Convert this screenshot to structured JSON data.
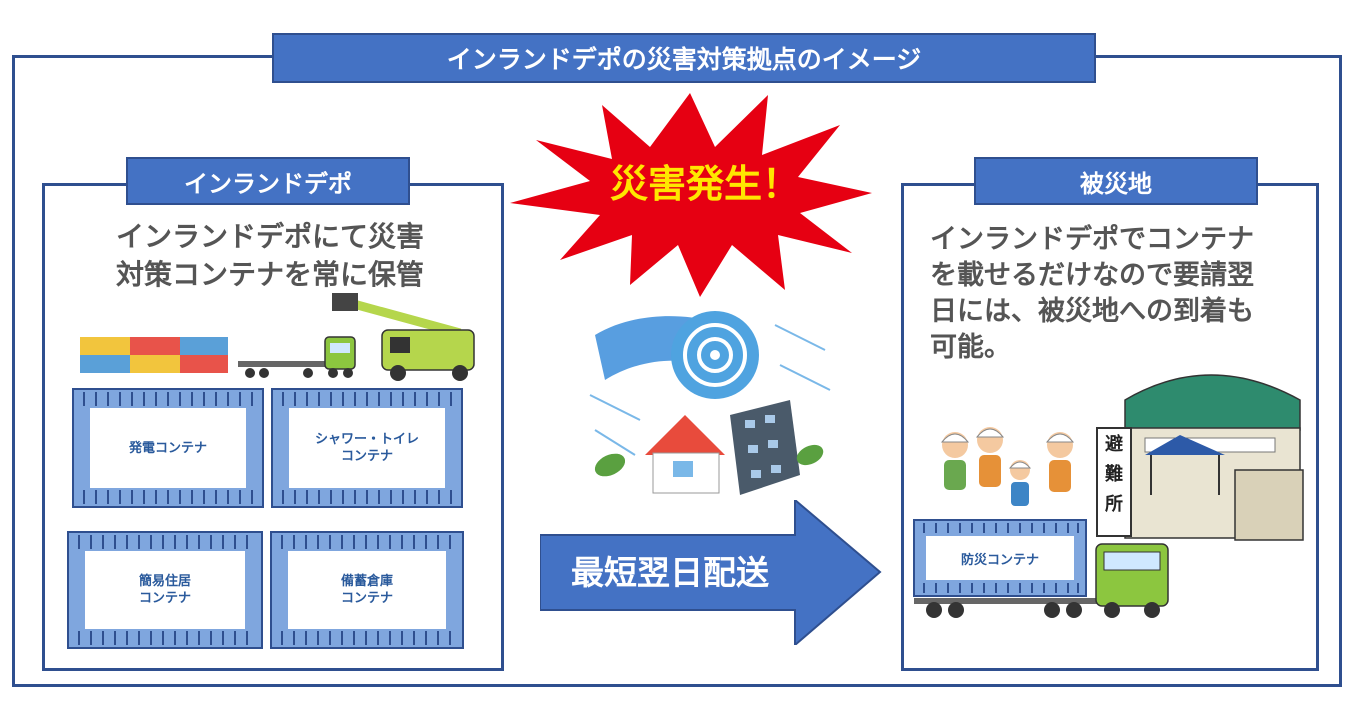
{
  "title": "インランドデポの災害対策拠点のイメージ",
  "disaster_burst": "災害発生！",
  "arrow_label": "最短翌日配送",
  "left_panel": {
    "label": "インランドデポ",
    "description_line1": "インランドデポにて災害",
    "description_line2": "対策コンテナを常に保管",
    "containers": [
      {
        "line1": "発電コンテナ",
        "line2": ""
      },
      {
        "line1": "シャワー・トイレ",
        "line2": "コンテナ"
      },
      {
        "line1": "簡易住居",
        "line2": "コンテナ"
      },
      {
        "line1": "備蓄倉庫",
        "line2": "コンテナ"
      }
    ]
  },
  "right_panel": {
    "label": "被災地",
    "description_line1": "インランドデポでコンテナ",
    "description_line2": "を載せるだけなので要請翌",
    "description_line3": "日には、被災地への到着も",
    "description_line4": "可能。",
    "container_label": "防災コンテナ",
    "shelter_sign": [
      "避",
      "難",
      "所"
    ]
  },
  "colors": {
    "banner_blue": "#4472c4",
    "frame_navy": "#2f4f8f",
    "burst_red": "#e60012",
    "burst_text_yellow": "#ffe600",
    "container_blue": "#7fa6de",
    "truck_green": "#8cc63f"
  }
}
